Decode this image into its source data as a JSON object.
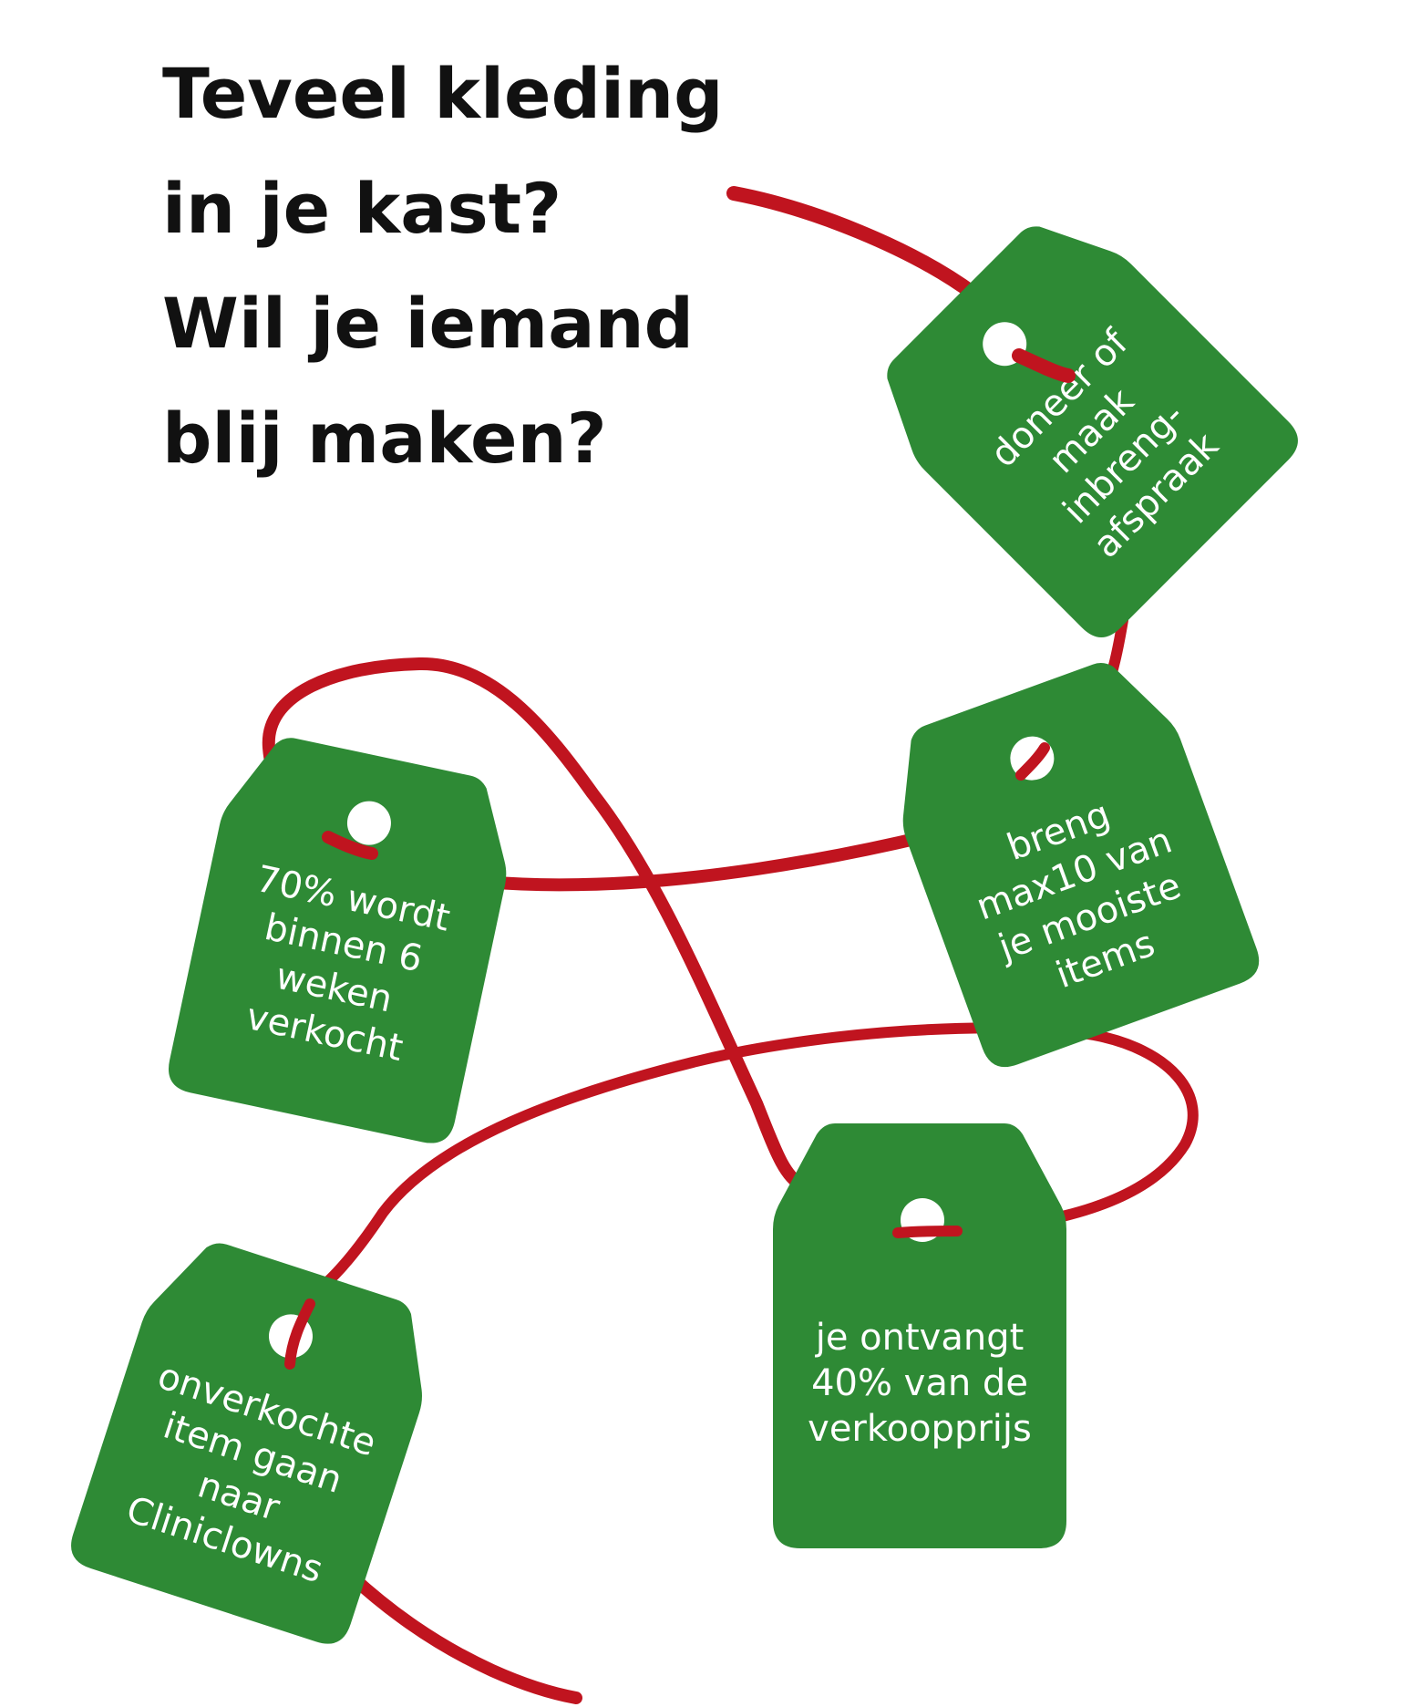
{
  "headline": {
    "lines": [
      "Teveel kleding",
      "in je kast?",
      "Wil je iemand",
      "blij maken?"
    ]
  },
  "tags": [
    {
      "lines": [
        "doneer of",
        "maak",
        "inbreng-",
        "afspraak"
      ]
    },
    {
      "lines": [
        "breng",
        "max10 van",
        "je mooiste",
        "items"
      ]
    },
    {
      "lines": [
        "70% wordt",
        "binnen 6",
        "weken",
        "verkocht"
      ]
    },
    {
      "lines": [
        "je ontvangt",
        "40% van de",
        "verkoopprijs"
      ]
    },
    {
      "lines": [
        "onverkochte",
        "item gaan",
        "naar",
        "Cliniclowns"
      ]
    }
  ],
  "colors": {
    "tag_green": "#2e8a35",
    "string_red": "#c0141f",
    "headline_text": "#111111",
    "tag_text": "#ffffff"
  }
}
